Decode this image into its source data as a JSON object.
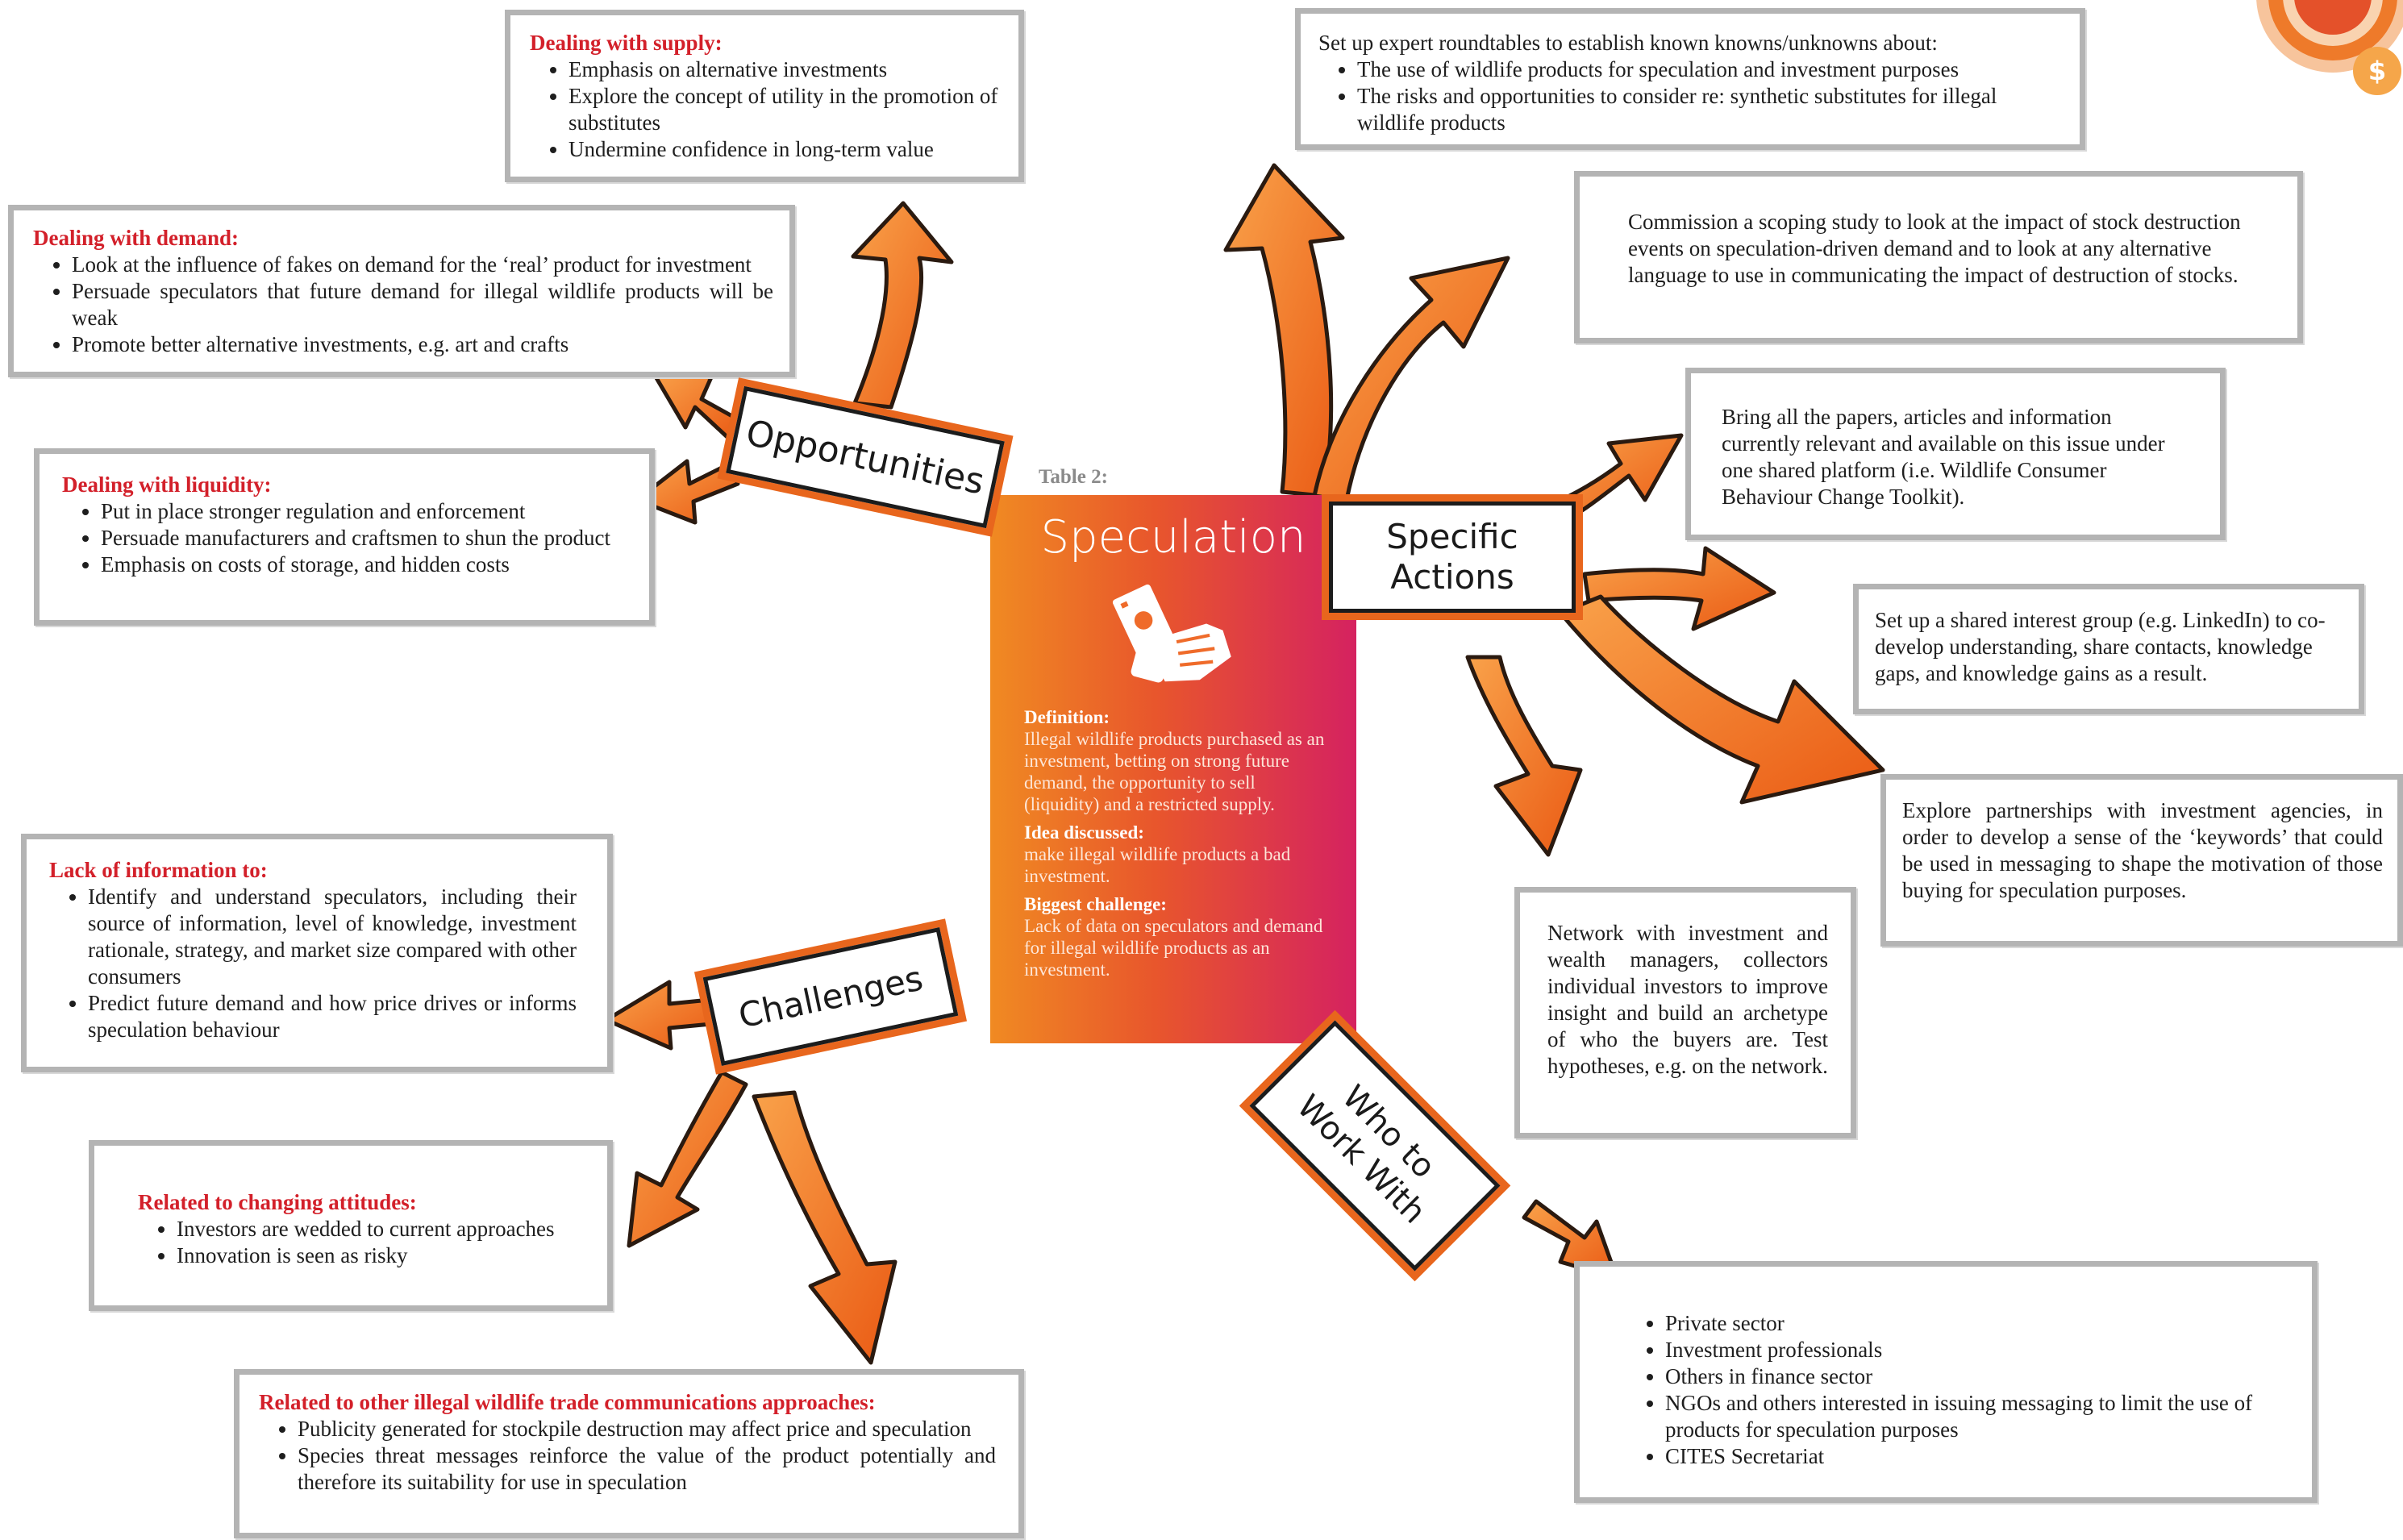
{
  "table_label": "Table 2:",
  "center": {
    "title": "Speculation",
    "icon": "hand-holding-money-icon",
    "definition_heading": "Definition:",
    "definition_text": "Illegal wildlife products purchased as an investment, betting on strong future demand, the opportunity to sell (liquidity) and a restricted supply.",
    "idea_heading": "Idea discussed:",
    "idea_text": "make illegal wildlife products a bad investment.",
    "challenge_heading": "Biggest challenge:",
    "challenge_text": "Lack of data on speculators and demand for illegal wildlife products as an investment."
  },
  "labels": {
    "opportunities": "Opportunities",
    "challenges": "Challenges",
    "specific_actions": "Specific\nActions",
    "who_to_work_with": "Who to\nWork With"
  },
  "opportunities": {
    "supply": {
      "heading": "Dealing with supply:",
      "items": [
        "Emphasis on alternative investments",
        "Explore the concept of utility in the promotion of substitutes",
        "Undermine confidence in long-term value"
      ]
    },
    "demand": {
      "heading": "Dealing with demand:",
      "items": [
        "Look at the influence of fakes on demand for the ‘real’ product for investment",
        "Persuade speculators that future demand for illegal wildlife products will be weak",
        "Promote better alternative investments, e.g. art and crafts"
      ]
    },
    "liquidity": {
      "heading": "Dealing with liquidity:",
      "items": [
        "Put in place stronger regulation and enforcement",
        "Persuade manufacturers and craftsmen to shun the product",
        "Emphasis on costs of storage, and hidden costs"
      ]
    }
  },
  "challenges": {
    "information": {
      "heading": "Lack of information to:",
      "items": [
        "Identify and understand speculators, including their source of information, level of knowledge, investment rationale, strategy, and market size compared with other consumers",
        "Predict future demand and how price drives or informs speculation behaviour"
      ]
    },
    "attitudes": {
      "heading": "Related to changing attitudes:",
      "items": [
        "Investors are wedded to current approaches",
        "Innovation is seen as risky"
      ]
    },
    "communications": {
      "heading": "Related to other illegal wildlife trade communications approaches:",
      "items": [
        "Publicity generated for stockpile destruction may affect price and speculation",
        "Species threat messages reinforce the value of the product potentially and therefore its suitability for use in speculation"
      ]
    }
  },
  "actions": {
    "roundtables": {
      "intro": "Set up expert roundtables to establish known knowns/unknowns about:",
      "items": [
        "The use of wildlife products for speculation and investment purposes",
        "The risks and opportunities to consider re: synthetic substitutes for illegal wildlife products"
      ]
    },
    "scoping": "Commission a scoping study to look at the impact of stock destruction events on speculation-driven demand and to look at any alternative language to use in communicating the impact of destruction of stocks.",
    "platform": "Bring all the papers, articles and information currently relevant and available on this issue under one shared platform (i.e. Wildlife Consumer Behaviour Change Toolkit).",
    "interest_group": "Set up a shared interest group (e.g. LinkedIn) to co-develop understanding, share contacts, knowledge gaps, and knowledge gains as a result.",
    "partnerships": "Explore partnerships with investment agencies, in order to develop a sense of the ‘keywords’ that could be used in messaging to shape the motivation of those buying for speculation purposes.",
    "network": "Network with investment and wealth managers, collectors individual investors to improve insight and build an archetype of who the buyers are. Test hypotheses, e.g. on the network."
  },
  "who": {
    "items": [
      "Private sector",
      "Investment professionals",
      "Others in finance sector",
      "NGOs and others interested in issuing messaging to limit the use of products for speculation purposes",
      "CITES Secretariat"
    ]
  },
  "colors": {
    "arrow_fill": "#f47a20",
    "arrow_outline": "#2a1a10",
    "heading_red": "#d3202a",
    "box_border": "#b4b4b4",
    "gradient_start": "#f08a22",
    "gradient_end": "#d52260"
  }
}
